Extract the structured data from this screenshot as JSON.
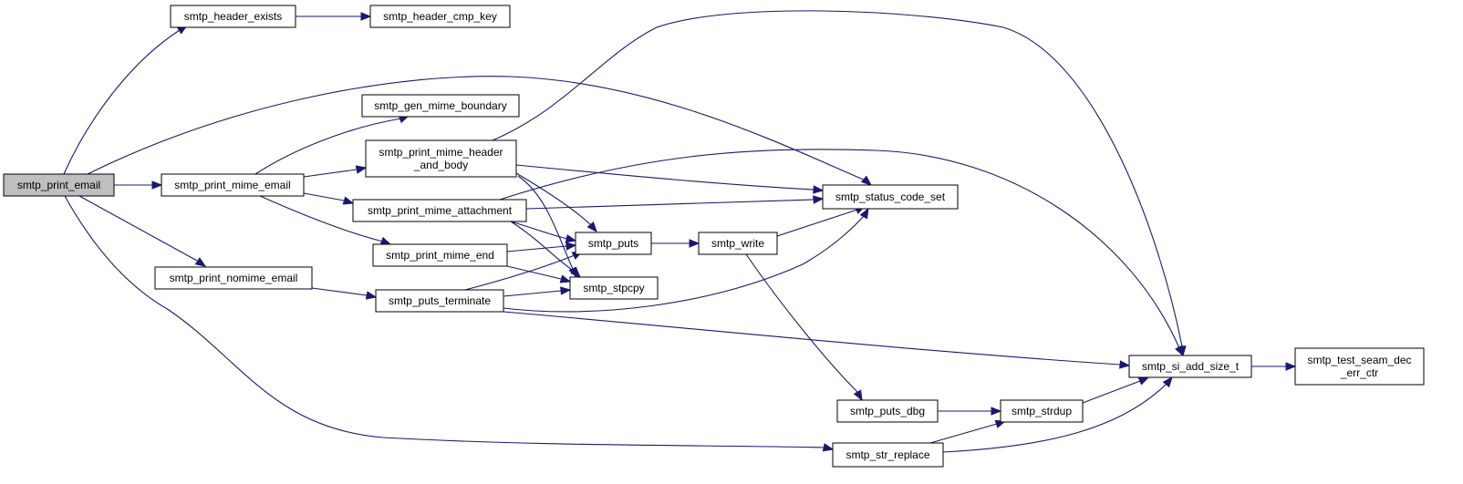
{
  "nodes": [
    {
      "id": "smtp_print_email",
      "lines": [
        "smtp_print_email"
      ],
      "root": true
    },
    {
      "id": "smtp_header_exists",
      "lines": [
        "smtp_header_exists"
      ]
    },
    {
      "id": "smtp_header_cmp_key",
      "lines": [
        "smtp_header_cmp_key"
      ]
    },
    {
      "id": "smtp_gen_mime_boundary",
      "lines": [
        "smtp_gen_mime_boundary"
      ]
    },
    {
      "id": "smtp_print_mime_header_and_body",
      "lines": [
        "smtp_print_mime_header",
        "_and_body"
      ]
    },
    {
      "id": "smtp_print_mime_email",
      "lines": [
        "smtp_print_mime_email"
      ]
    },
    {
      "id": "smtp_print_mime_attachment",
      "lines": [
        "smtp_print_mime_attachment"
      ]
    },
    {
      "id": "smtp_status_code_set",
      "lines": [
        "smtp_status_code_set"
      ]
    },
    {
      "id": "smtp_print_mime_end",
      "lines": [
        "smtp_print_mime_end"
      ]
    },
    {
      "id": "smtp_puts",
      "lines": [
        "smtp_puts"
      ]
    },
    {
      "id": "smtp_write",
      "lines": [
        "smtp_write"
      ]
    },
    {
      "id": "smtp_print_nomime_email",
      "lines": [
        "smtp_print_nomime_email"
      ]
    },
    {
      "id": "smtp_puts_terminate",
      "lines": [
        "smtp_puts_terminate"
      ]
    },
    {
      "id": "smtp_stpcpy",
      "lines": [
        "smtp_stpcpy"
      ]
    },
    {
      "id": "smtp_si_add_size_t",
      "lines": [
        "smtp_si_add_size_t"
      ]
    },
    {
      "id": "smtp_test_seam_dec_err_ctr",
      "lines": [
        "smtp_test_seam_dec",
        "_err_ctr"
      ]
    },
    {
      "id": "smtp_puts_dbg",
      "lines": [
        "smtp_puts_dbg"
      ]
    },
    {
      "id": "smtp_strdup",
      "lines": [
        "smtp_strdup"
      ]
    },
    {
      "id": "smtp_str_replace",
      "lines": [
        "smtp_str_replace"
      ]
    }
  ],
  "edges": [
    {
      "from": "smtp_print_email",
      "to": "smtp_header_exists"
    },
    {
      "from": "smtp_print_email",
      "to": "smtp_status_code_set"
    },
    {
      "from": "smtp_print_email",
      "to": "smtp_print_mime_email"
    },
    {
      "from": "smtp_print_email",
      "to": "smtp_print_nomime_email"
    },
    {
      "from": "smtp_print_email",
      "to": "smtp_str_replace"
    },
    {
      "from": "smtp_header_exists",
      "to": "smtp_header_cmp_key"
    },
    {
      "from": "smtp_print_mime_email",
      "to": "smtp_gen_mime_boundary"
    },
    {
      "from": "smtp_print_mime_email",
      "to": "smtp_print_mime_header_and_body"
    },
    {
      "from": "smtp_print_mime_email",
      "to": "smtp_print_mime_attachment"
    },
    {
      "from": "smtp_print_mime_email",
      "to": "smtp_print_mime_end"
    },
    {
      "from": "smtp_print_mime_header_and_body",
      "to": "smtp_si_add_size_t"
    },
    {
      "from": "smtp_print_mime_header_and_body",
      "to": "smtp_status_code_set"
    },
    {
      "from": "smtp_print_mime_header_and_body",
      "to": "smtp_puts"
    },
    {
      "from": "smtp_print_mime_header_and_body",
      "to": "smtp_stpcpy"
    },
    {
      "from": "smtp_print_mime_attachment",
      "to": "smtp_si_add_size_t"
    },
    {
      "from": "smtp_print_mime_attachment",
      "to": "smtp_status_code_set"
    },
    {
      "from": "smtp_print_mime_attachment",
      "to": "smtp_puts"
    },
    {
      "from": "smtp_print_mime_attachment",
      "to": "smtp_stpcpy"
    },
    {
      "from": "smtp_print_mime_end",
      "to": "smtp_puts"
    },
    {
      "from": "smtp_print_mime_end",
      "to": "smtp_stpcpy"
    },
    {
      "from": "smtp_puts",
      "to": "smtp_write"
    },
    {
      "from": "smtp_write",
      "to": "smtp_status_code_set"
    },
    {
      "from": "smtp_write",
      "to": "smtp_puts_dbg"
    },
    {
      "from": "smtp_print_nomime_email",
      "to": "smtp_puts_terminate"
    },
    {
      "from": "smtp_puts_terminate",
      "to": "smtp_puts"
    },
    {
      "from": "smtp_puts_terminate",
      "to": "smtp_stpcpy"
    },
    {
      "from": "smtp_puts_terminate",
      "to": "smtp_status_code_set"
    },
    {
      "from": "smtp_puts_terminate",
      "to": "smtp_si_add_size_t"
    },
    {
      "from": "smtp_si_add_size_t",
      "to": "smtp_test_seam_dec_err_ctr"
    },
    {
      "from": "smtp_puts_dbg",
      "to": "smtp_strdup"
    },
    {
      "from": "smtp_strdup",
      "to": "smtp_si_add_size_t"
    },
    {
      "from": "smtp_str_replace",
      "to": "smtp_strdup"
    },
    {
      "from": "smtp_str_replace",
      "to": "smtp_si_add_size_t"
    }
  ]
}
